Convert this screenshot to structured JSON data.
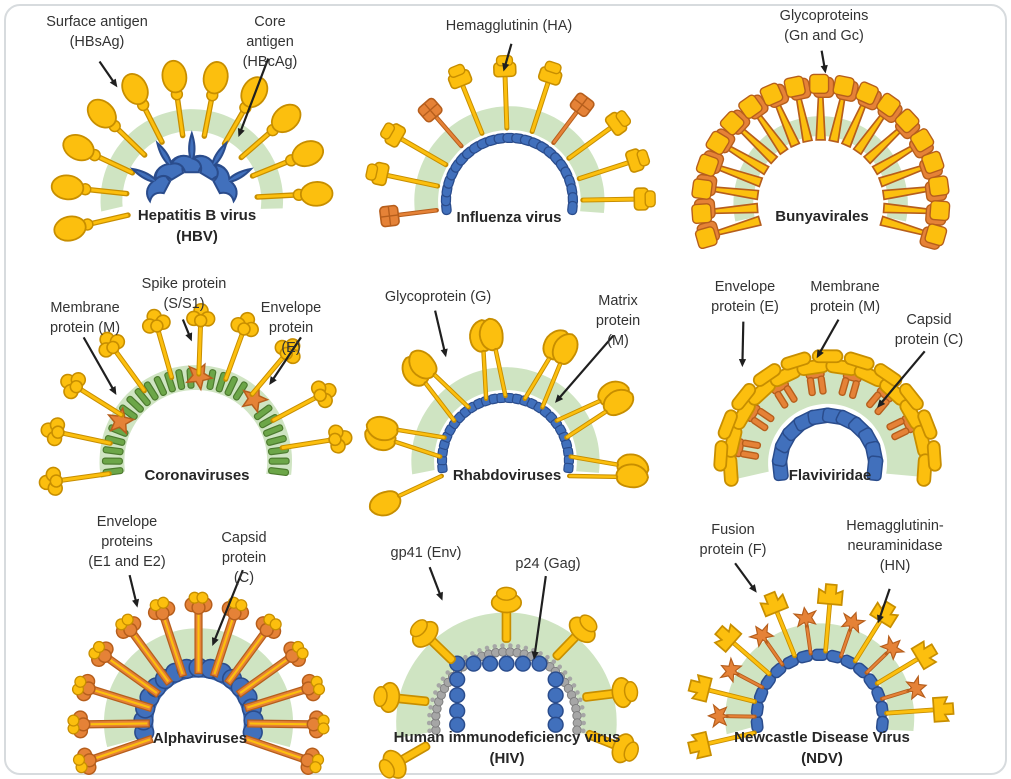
{
  "figure": {
    "colors": {
      "membrane": "#CFE4C2",
      "yellow": "#FCBF0E",
      "yellowDark": "#C78E00",
      "orange": "#E58237",
      "orangeDark": "#B65E1C",
      "blue": "#4170BC",
      "blueDark": "#2A4C8C",
      "green": "#6CA648",
      "greenDark": "#4C7A2E",
      "gray": "#A6A6A6",
      "grayDark": "#7F7F7F",
      "arrow": "#1F1F1F"
    },
    "panels": [
      {
        "id": "hbv",
        "caption": "Hepatitis B virus",
        "caption_sub": "(HBV)",
        "labels": [
          {
            "text": "Surface antigen\n(HBsAg)"
          },
          {
            "text": "Core antigen\n(HBcAg)"
          }
        ]
      },
      {
        "id": "influenza",
        "caption": "Influenza virus",
        "labels": [
          {
            "text": "Hemagglutinin (HA)"
          }
        ]
      },
      {
        "id": "bunya",
        "caption": "Bunyavirales",
        "labels": [
          {
            "text": "Glycoproteins\n(Gn and Gc)"
          }
        ]
      },
      {
        "id": "corona",
        "caption": "Coronaviruses",
        "labels": [
          {
            "text": "Membrane\nprotein (M)"
          },
          {
            "text": "Spike protein\n(S/S1)"
          },
          {
            "text": "Envelope\nprotein (E)"
          }
        ]
      },
      {
        "id": "rhabdo",
        "caption": "Rhabdoviruses",
        "labels": [
          {
            "text": "Glycoprotein (G)"
          },
          {
            "text": "Matrix protein\n(M)"
          }
        ]
      },
      {
        "id": "flavi",
        "caption": "Flaviviridae",
        "labels": [
          {
            "text": "Envelope\nprotein (E)"
          },
          {
            "text": "Membrane\nprotein (M)"
          },
          {
            "text": "Capsid\nprotein (C)"
          }
        ]
      },
      {
        "id": "alpha",
        "caption": "Alphaviruses",
        "labels": [
          {
            "text": "Envelope\nproteins\n(E1 and E2)"
          },
          {
            "text": "Capsid protein\n(C)"
          }
        ]
      },
      {
        "id": "hiv",
        "caption": "Human immunodeficiency virus",
        "caption_sub": "(HIV)",
        "labels": [
          {
            "text": "gp41 (Env)"
          },
          {
            "text": "p24 (Gag)"
          }
        ]
      },
      {
        "id": "ndv",
        "caption": "Newcastle Disease Virus",
        "caption_sub": "(NDV)",
        "labels": [
          {
            "text": "Fusion\nprotein (F)"
          },
          {
            "text": "Hemagglutinin-\nneuraminidase\n(HN)"
          }
        ]
      }
    ]
  }
}
